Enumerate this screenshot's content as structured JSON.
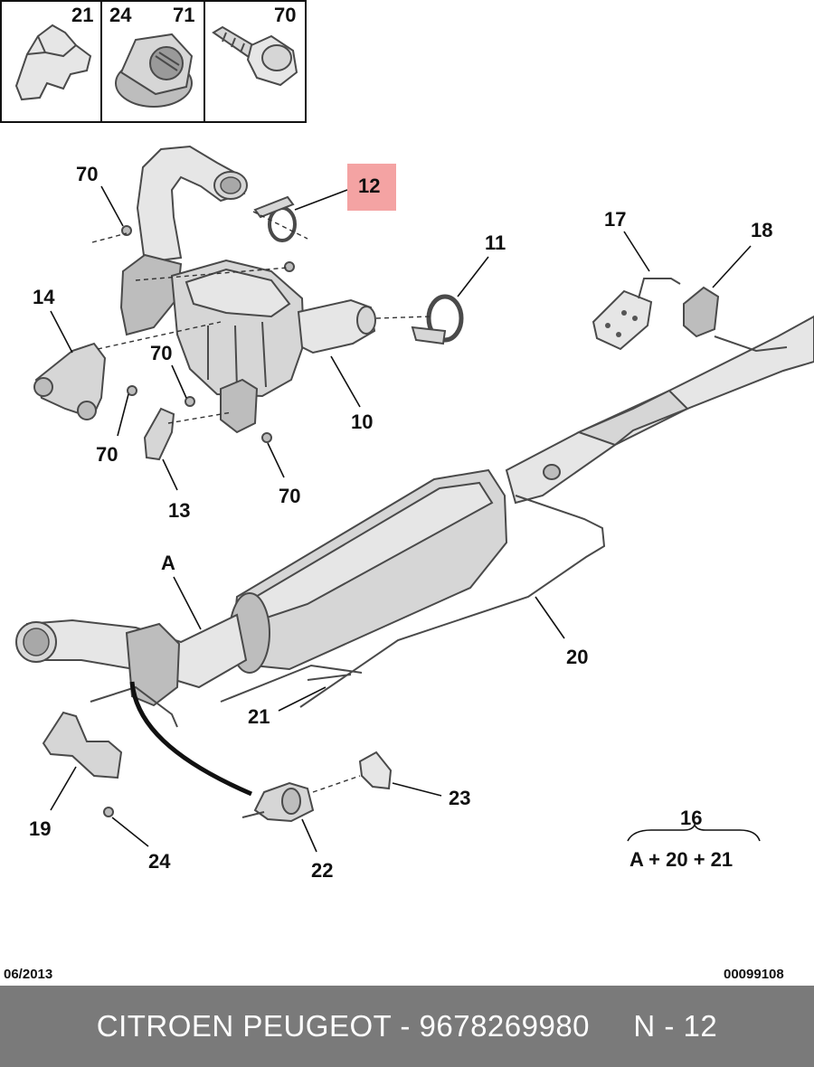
{
  "inset": {
    "box1": "21",
    "box2a": "24",
    "box2b": "71",
    "box3": "70"
  },
  "labels": {
    "l70a": "70",
    "l12": "12",
    "l11": "11",
    "l17": "17",
    "l18": "18",
    "l14": "14",
    "l70b": "70",
    "l10": "10",
    "l70c": "70",
    "l13": "13",
    "l70d": "70",
    "lA": "A",
    "l20": "20",
    "l21": "21",
    "l19": "19",
    "l24": "24",
    "l22": "22",
    "l23": "23",
    "l16": "16",
    "l16formula": "A + 20 + 21"
  },
  "footer": {
    "date": "06/2013",
    "doc_number": "00099108"
  },
  "caption": "CITROEN PEUGEOT - 9678269980     N - 12",
  "colors": {
    "highlight": "#f4a3a3",
    "caption_bar": "#7a7a7a",
    "caption_text": "#ffffff"
  }
}
